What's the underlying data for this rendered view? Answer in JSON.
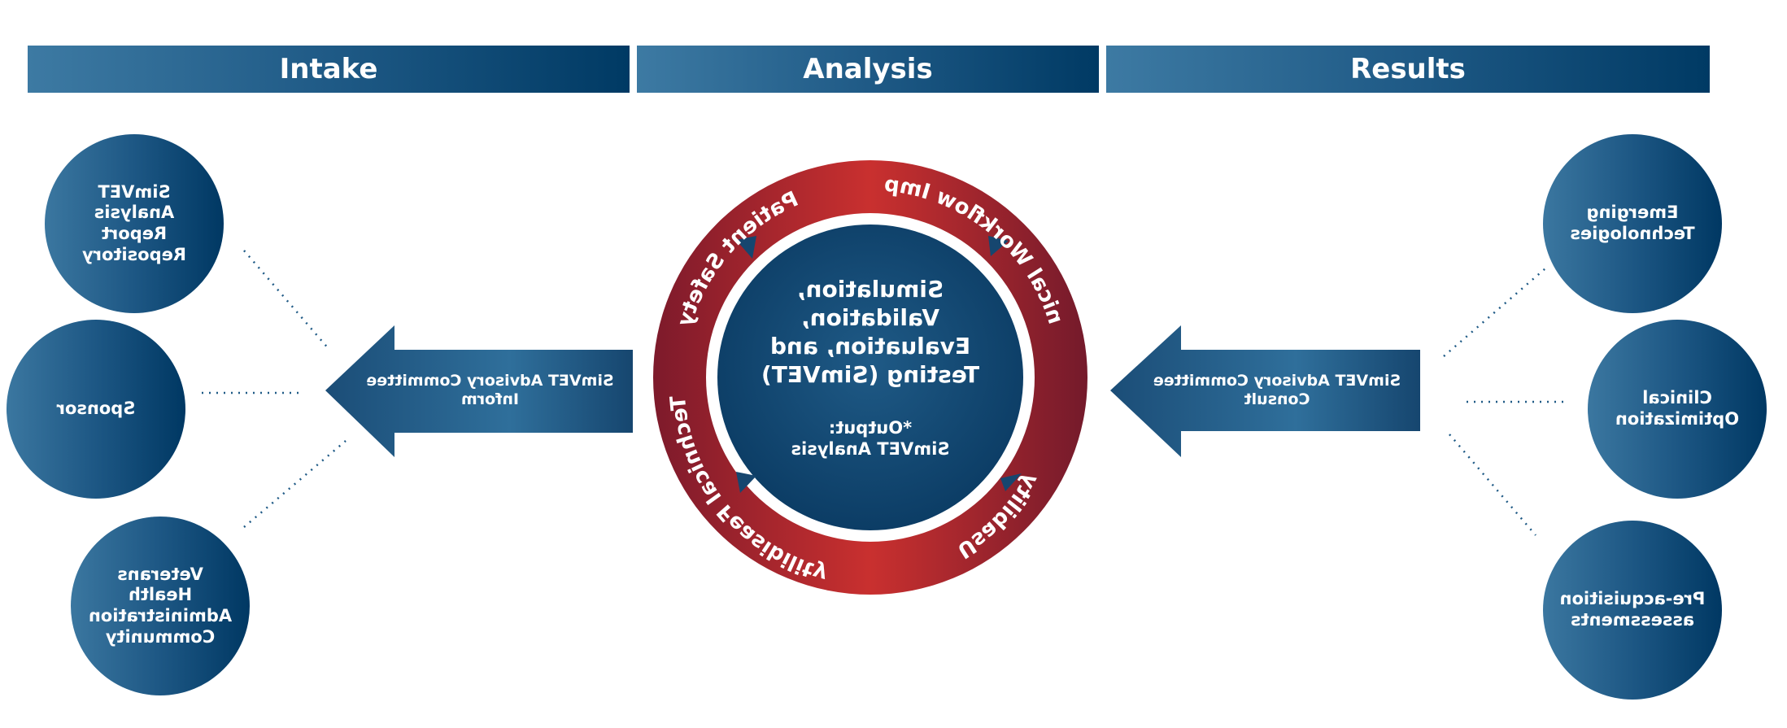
{
  "header": {
    "intake": "Intake",
    "analysis": "Analysis",
    "results": "Results"
  },
  "intake_nodes": [
    {
      "lines": [
        "SimVET",
        "Analysis",
        "Report",
        "Repository"
      ]
    },
    {
      "lines": [
        "Sponsor"
      ]
    },
    {
      "lines": [
        "Veterans",
        "Health",
        "Administration",
        "Community"
      ]
    }
  ],
  "results_nodes": [
    {
      "lines": [
        "Emerging",
        "Technologies"
      ]
    },
    {
      "lines": [
        "Clinical",
        "Optimization"
      ]
    },
    {
      "lines": [
        "Pre-acquisition",
        "assessments"
      ]
    }
  ],
  "arrows": {
    "inform": {
      "lines": [
        "SimVET Advisory Committee",
        "Inform"
      ]
    },
    "consult": {
      "lines": [
        "SimVET Advisory Committee",
        "Consult"
      ]
    }
  },
  "center": {
    "title_lines": [
      "Simulation,",
      "Validation,",
      "Evaluation, and",
      "Testing (SimVET)"
    ],
    "output_lines": [
      "*Output:",
      "SimVET Analysis"
    ]
  },
  "ring": {
    "clinical_workflow": "Clinical Workflow Impact",
    "patient_safety": "Patient Safety",
    "technical_feasibility": "Technical Feasibility",
    "usability": "Usability"
  },
  "colors": {
    "navy": "#0b3d66",
    "ring_red": "#b5262e",
    "ring_dark": "#7a1a2a",
    "white": "#ffffff"
  }
}
